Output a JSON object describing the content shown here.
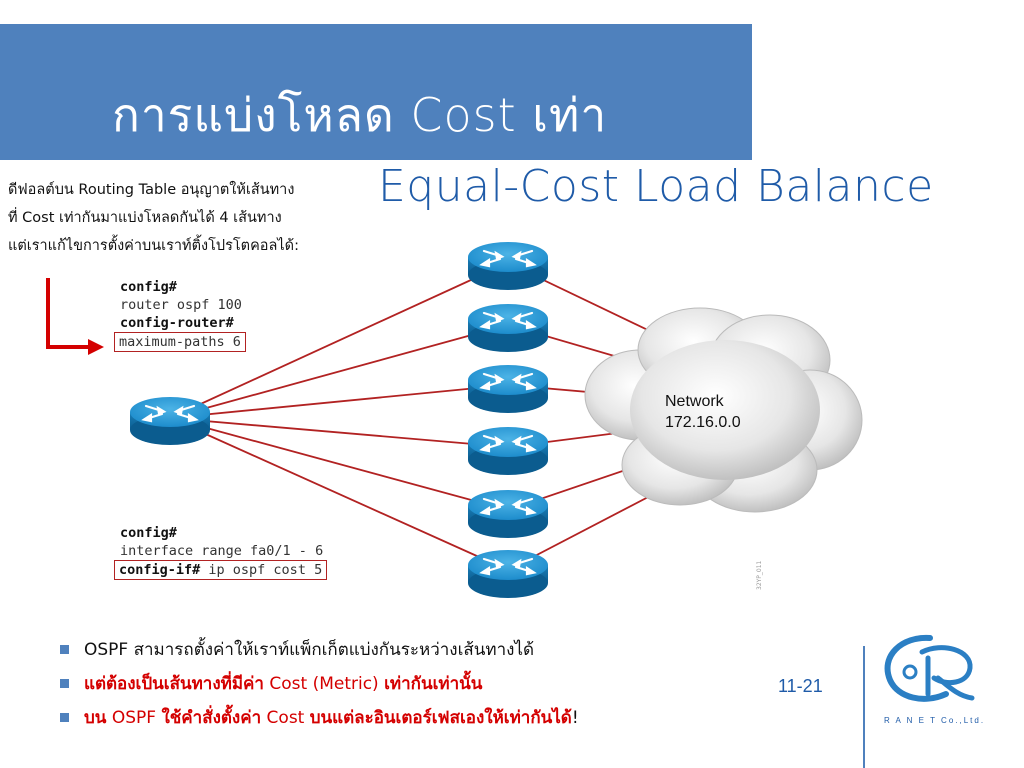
{
  "slide": {
    "title_th": "การแบ่งโหลด Cost เท่า",
    "title_en": "Equal-Cost Load Balance",
    "description": [
      "ดีฟอลต์บน Routing Table อนุญาตให้เส้นทาง",
      "ที่ Cost  เท่ากันมาแบ่งโหลดกันได้ 4 เส้นทาง",
      "แต่เราแก้ไขการตั้งค่าบนเราท์ติ้งโปรโตคอลได้:"
    ],
    "code_top": {
      "line1": "config#",
      "line2": "router ospf 100",
      "line3": "config-router#",
      "line4": "maximum-paths 6"
    },
    "code_bottom": {
      "line1": "config#",
      "line2": "interface range fa0/1 - 6",
      "line3_prompt": "config-if#",
      "line3_cmd": " ip ospf cost 5"
    },
    "network_label": {
      "line1": "Network",
      "line2": "172.16.0.0"
    },
    "figure_code": "32YP_011",
    "bullets": [
      {
        "text": "OSPF สามารถตั้งค่าให้เราท์แพ็กเก็ตแบ่งกันระหว่างเส้นทางได้"
      },
      {
        "bold1": "แต่ต้องเป็นเส้นทางที่มีค่า",
        "mid": " Cost (Metric) ",
        "bold2": "เท่ากันเท่านั้น"
      },
      {
        "bold1": "บน",
        "mid1": " OSPF ",
        "bold2": "ใช้คำสั่งตั้งค่า",
        "mid2": " Cost ",
        "bold3": "บนแต่ละอินเตอร์เฟสเองให้เท่ากันได้",
        "end": "!"
      }
    ],
    "page_number": "11-21",
    "logo_text": "R A N E T Co.,Ltd."
  },
  "colors": {
    "header": "#4f81bd",
    "title_en": "#1f5ba8",
    "link_line": "#b22222",
    "router": "#1e90c8",
    "accent_red": "#d40000"
  }
}
